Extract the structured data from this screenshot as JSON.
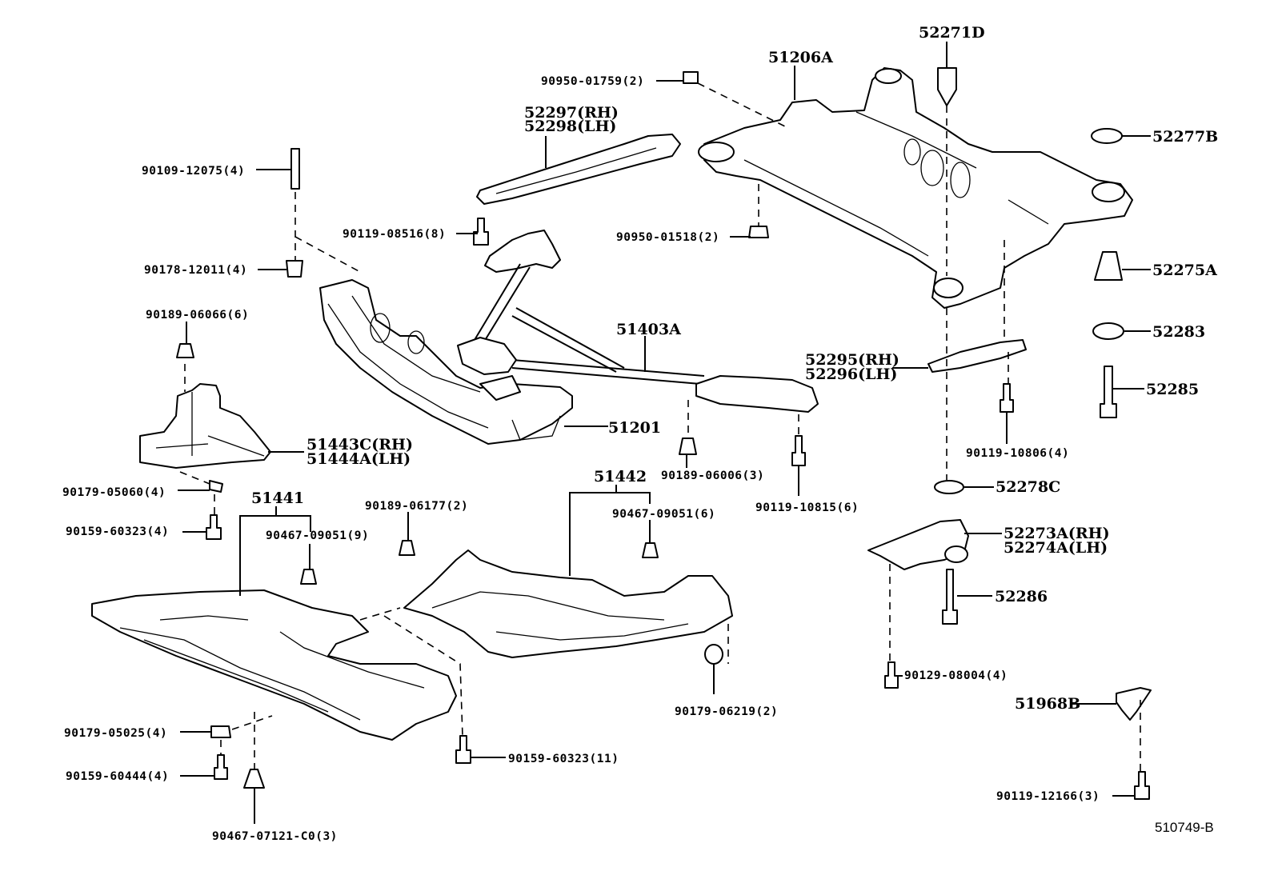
{
  "diagram": {
    "drawing_code": "510749-B",
    "parts": [
      {
        "id": "p1",
        "number": "52271D"
      },
      {
        "id": "p2",
        "number": "51206A"
      },
      {
        "id": "p3",
        "number": "90950-01759(2)"
      },
      {
        "id": "p4a",
        "number": "52297(RH)"
      },
      {
        "id": "p4b",
        "number": "52298(LH)"
      },
      {
        "id": "p5",
        "number": "52277B"
      },
      {
        "id": "p6",
        "number": "90109-12075(4)"
      },
      {
        "id": "p7",
        "number": "90119-08516(8)"
      },
      {
        "id": "p8",
        "number": "90950-01518(2)"
      },
      {
        "id": "p9",
        "number": "90178-12011(4)"
      },
      {
        "id": "p10",
        "number": "52275A"
      },
      {
        "id": "p11",
        "number": "90189-06066(6)"
      },
      {
        "id": "p12",
        "number": "51403A"
      },
      {
        "id": "p13",
        "number": "52283"
      },
      {
        "id": "p14a",
        "number": "52295(RH)"
      },
      {
        "id": "p14b",
        "number": "52296(LH)"
      },
      {
        "id": "p15",
        "number": "52285"
      },
      {
        "id": "p16",
        "number": "51201"
      },
      {
        "id": "p17a",
        "number": "51443C(RH)"
      },
      {
        "id": "p17b",
        "number": "51444A(LH)"
      },
      {
        "id": "p18",
        "number": "90119-10806(4)"
      },
      {
        "id": "p19",
        "number": "51442"
      },
      {
        "id": "p20",
        "number": "90189-06006(3)"
      },
      {
        "id": "p21",
        "number": "90179-05060(4)"
      },
      {
        "id": "p22",
        "number": "52278C"
      },
      {
        "id": "p23",
        "number": "51441"
      },
      {
        "id": "p24",
        "number": "90189-06177(2)"
      },
      {
        "id": "p25",
        "number": "90467-09051(6)"
      },
      {
        "id": "p26",
        "number": "90119-10815(6)"
      },
      {
        "id": "p27",
        "number": "90159-60323(4)"
      },
      {
        "id": "p28",
        "number": "90467-09051(9)"
      },
      {
        "id": "p29a",
        "number": "52273A(RH)"
      },
      {
        "id": "p29b",
        "number": "52274A(LH)"
      },
      {
        "id": "p30",
        "number": "52286"
      },
      {
        "id": "p31",
        "number": "90129-08004(4)"
      },
      {
        "id": "p32",
        "number": "90179-06219(2)"
      },
      {
        "id": "p33",
        "number": "51968B"
      },
      {
        "id": "p34",
        "number": "90179-05025(4)"
      },
      {
        "id": "p35",
        "number": "90159-60323(11)"
      },
      {
        "id": "p36",
        "number": "90159-60444(4)"
      },
      {
        "id": "p37",
        "number": "90119-12166(3)"
      },
      {
        "id": "p38",
        "number": "90467-07121-C0(3)"
      }
    ]
  }
}
